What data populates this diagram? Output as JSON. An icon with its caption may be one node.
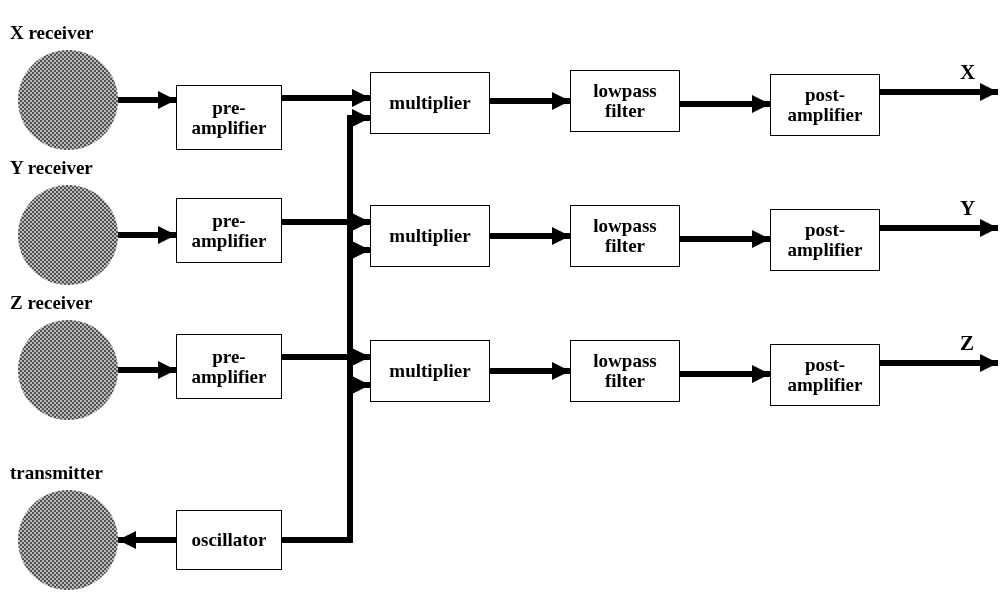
{
  "diagram": {
    "nodes": [
      {
        "text": [
          "X receiver"
        ]
      },
      {
        "text": [
          "pre- amplifier"
        ]
      },
      {
        "text": [
          "multiplier"
        ]
      },
      {
        "text": [
          "lowpass filter"
        ]
      },
      {
        "text": [
          "post- amplifier"
        ]
      },
      {
        "text": [
          "Y receiver"
        ]
      },
      {
        "text": [
          "pre- amplifier"
        ]
      },
      {
        "text": [
          "multiplier"
        ]
      },
      {
        "text": [
          "lowpass filter"
        ]
      },
      {
        "text": [
          "post- amplifier"
        ]
      },
      {
        "text": [
          "Z receiver"
        ]
      },
      {
        "text": [
          "pre- amplifier"
        ]
      },
      {
        "text": [
          "multiplier"
        ]
      },
      {
        "text": [
          "lowpass filter"
        ]
      },
      {
        "text": [
          "post- amplifier"
        ]
      },
      {
        "text": [
          "transmitter"
        ]
      },
      {
        "text": [
          "oscillator"
        ]
      }
    ],
    "edges": [
      {
        "from": 0,
        "to": 1,
        "arrow": "to"
      },
      {
        "from": 1,
        "to": 2,
        "arrow": "to"
      },
      {
        "from": 2,
        "to": 3,
        "arrow": "to"
      },
      {
        "from": 3,
        "to": 4,
        "arrow": "to"
      },
      {
        "from": 4,
        "to": null,
        "arrow": "to",
        "label": "X"
      },
      {
        "from": 5,
        "to": 6,
        "arrow": "to"
      },
      {
        "from": 6,
        "to": 7,
        "arrow": "to"
      },
      {
        "from": 7,
        "to": 8,
        "arrow": "to"
      },
      {
        "from": 8,
        "to": 9,
        "arrow": "to"
      },
      {
        "from": 9,
        "to": null,
        "arrow": "to",
        "label": "Y"
      },
      {
        "from": 10,
        "to": 11,
        "arrow": "to"
      },
      {
        "from": 11,
        "to": 12,
        "arrow": "to"
      },
      {
        "from": 12,
        "to": 13,
        "arrow": "to"
      },
      {
        "from": 13,
        "to": 14,
        "arrow": "to"
      },
      {
        "from": 14,
        "to": null,
        "arrow": "to",
        "label": "Z"
      },
      {
        "from": 16,
        "to": 15,
        "arrow": "to"
      },
      {
        "from": 16,
        "to": 2,
        "arrow": "to"
      },
      {
        "from": 16,
        "to": 7,
        "arrow": "to"
      },
      {
        "from": 16,
        "to": 12,
        "arrow": "to"
      }
    ]
  }
}
